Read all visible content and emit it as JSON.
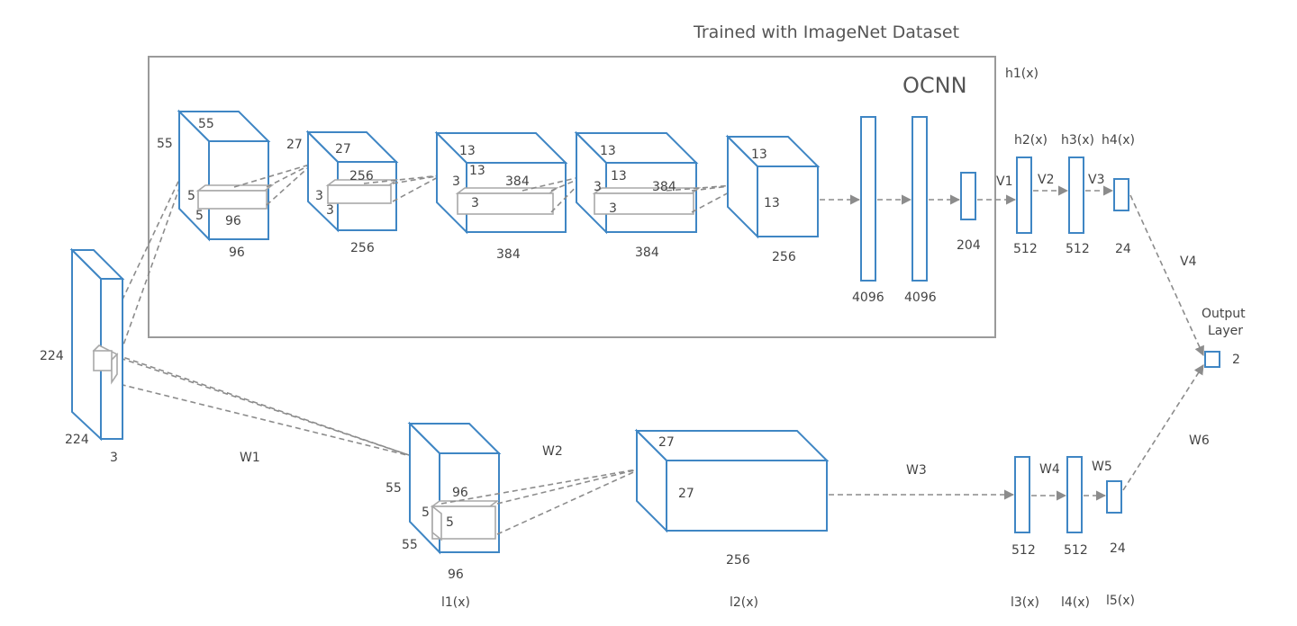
{
  "title": "Trained with ImageNet  Dataset",
  "ocnn_label": "OCNN",
  "input": {
    "height": "224",
    "width": "224",
    "depth": "3"
  },
  "ocnn_layers": [
    {
      "front": "55",
      "side": "55",
      "k1": "5",
      "k2": "5",
      "inner": "96",
      "depth": "96"
    },
    {
      "front": "27",
      "side": "27",
      "k1": "3",
      "k2": "3",
      "inner": "256",
      "depth": "256"
    },
    {
      "top": "13",
      "mid": "13",
      "k1": "3",
      "k2": "3",
      "inner": "384",
      "depth": "384"
    },
    {
      "top": "13",
      "mid": "13",
      "k1": "3",
      "k2": "3",
      "inner": "384",
      "depth": "384"
    },
    {
      "top": "13",
      "mid": "13",
      "depth": "256"
    }
  ],
  "fc": {
    "a": "4096",
    "b": "4096",
    "c": "204"
  },
  "top_branch": {
    "h1": "h1(x)",
    "h2": "h2(x)",
    "h3": "h3(x)",
    "h4": "h4(x)",
    "v1": "V1",
    "v2": "V2",
    "v3": "V3",
    "v4": "V4",
    "n1": "512",
    "n2": "512",
    "n3": "24"
  },
  "output": {
    "label_line1": "Output",
    "label_line2": "Layer",
    "size": "2"
  },
  "bottom_branch": {
    "w1": "W1",
    "w2": "W2",
    "w3": "W3",
    "w4": "W4",
    "w5": "W5",
    "w6": "W6",
    "conv1": {
      "front": "55",
      "side": "55",
      "k1": "5",
      "k2": "5",
      "inner": "96",
      "depth": "96"
    },
    "conv2": {
      "top": "27",
      "mid": "27",
      "depth": "256"
    },
    "n1": "512",
    "n2": "512",
    "n3": "24",
    "l1": "l1(x)",
    "l2": "l2(x)",
    "l3": "l3(x)",
    "l4": "l4(x)",
    "l5": "l5(x)"
  }
}
